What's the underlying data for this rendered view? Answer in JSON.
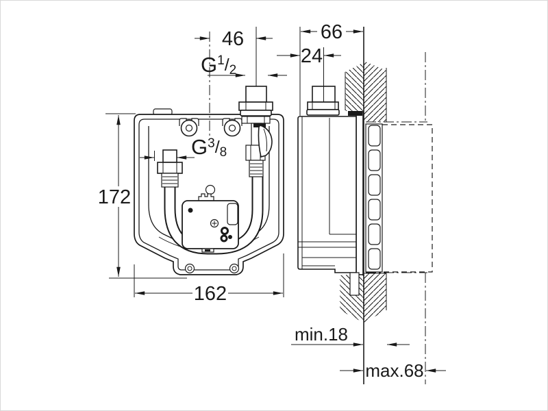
{
  "drawing": {
    "background": "#ffffff",
    "line_color": "#1a1a1a",
    "dimensions": {
      "spout_offset": "46",
      "total_depth": "66",
      "front_depth": "24",
      "body_height": "172",
      "body_width": "162",
      "wall_min": "min.18",
      "wall_max": "max.68"
    },
    "threads": {
      "top": {
        "base": "G",
        "sup": "1",
        "slash": "/",
        "sub": "2"
      },
      "inlet": {
        "base": "G",
        "sup": "3",
        "slash": "/",
        "sub": "8"
      }
    }
  }
}
